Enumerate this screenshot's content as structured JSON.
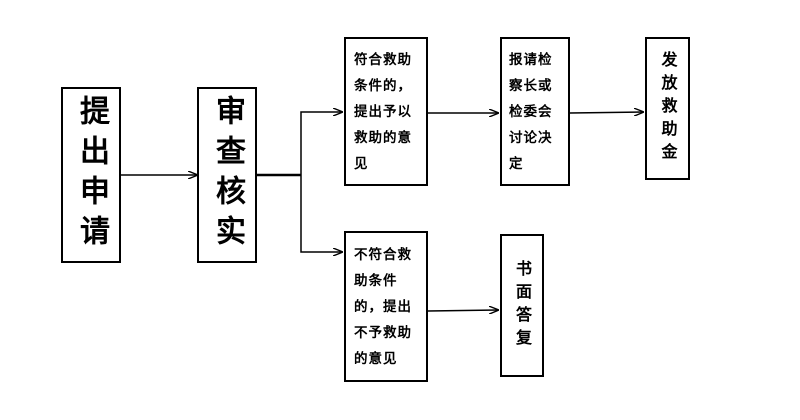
{
  "nodes": {
    "apply": "提出申请",
    "review": "审查核实",
    "eligible": "符合救助条件的，提出予以救助的意见",
    "report": "报请检察长或检委会讨论决定",
    "issue": "发放救助金",
    "ineligible": "不符合救助条件的，提出不予救助的意见",
    "reply": "书面答复"
  },
  "colors": {
    "line": "#000000",
    "box_border": "#000000",
    "background": "#ffffff"
  }
}
